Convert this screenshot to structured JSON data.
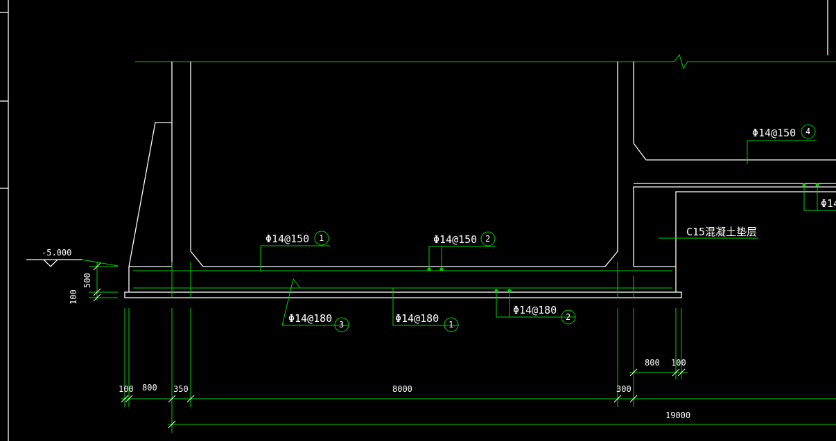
{
  "colors": {
    "background": "#000000",
    "outline": "#ffffff",
    "annotation": "#00d400"
  },
  "elevation": {
    "value": "-5.000"
  },
  "dims_vertical": {
    "slab": "500",
    "cushion": "100"
  },
  "rebar": {
    "r1_top": {
      "text": "Φ14@150",
      "mark": "1"
    },
    "r2_top": {
      "text": "Φ14@150",
      "mark": "2"
    },
    "r3_bot": {
      "text": "Φ14@180",
      "mark": "3"
    },
    "r1_bot": {
      "text": "Φ14@180",
      "mark": "1"
    },
    "r2_bot": {
      "text": "Φ14@180",
      "mark": "2"
    },
    "r4": {
      "text": "Φ14@150",
      "mark": "4"
    },
    "r_partial": {
      "text": "Φ14"
    }
  },
  "layer_note": "C15混凝土垫层",
  "dims_bottom": {
    "d100a": "100",
    "d800a": "800",
    "d350": "350",
    "d8000": "8000",
    "d300": "300",
    "d800b": "800",
    "d100b": "100",
    "d19000": "19000"
  }
}
